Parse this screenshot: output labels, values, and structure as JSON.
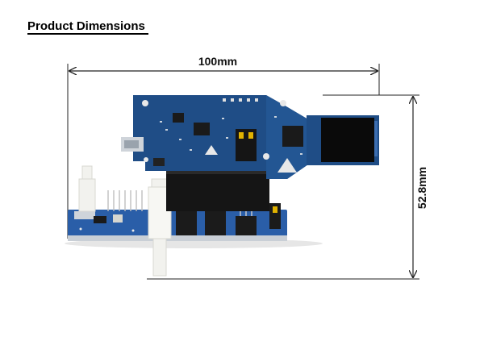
{
  "heading": "Product Dimensions",
  "dimensions": {
    "width_label": "100mm",
    "height_label": "52.8mm"
  },
  "colors": {
    "board_blue": "#1f4d86",
    "base_blue": "#2a5ea8",
    "header_black": "#151515",
    "lcd_black": "#0a0a0a",
    "standoff_white": "#f2f2ee"
  }
}
